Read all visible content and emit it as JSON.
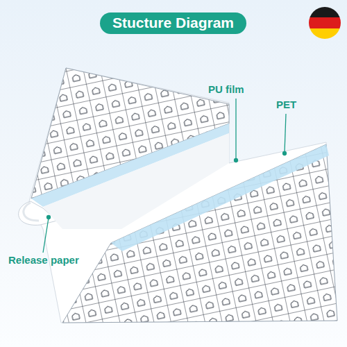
{
  "diagram": {
    "title": "Stucture Diagram",
    "labels": [
      "PU film",
      "PET",
      "Release paper"
    ]
  }
}
